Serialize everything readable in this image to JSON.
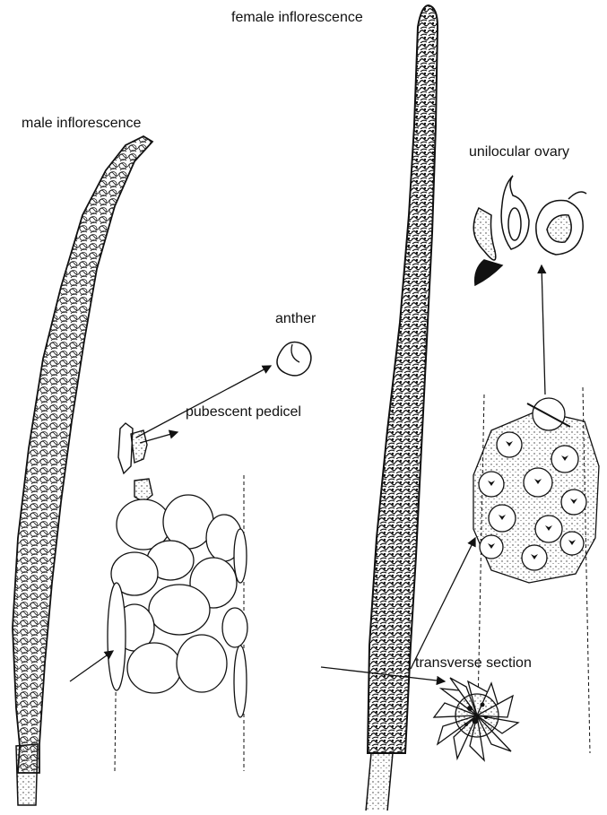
{
  "labels": {
    "female": "female inflorescence",
    "male": "male inflorescence",
    "unilocular": "unilocular ovary",
    "anther": "anther",
    "pedicel": "pubescent pedicel",
    "transverse": "transverse section"
  },
  "colors": {
    "ink": "#111111",
    "paper": "#ffffff"
  }
}
